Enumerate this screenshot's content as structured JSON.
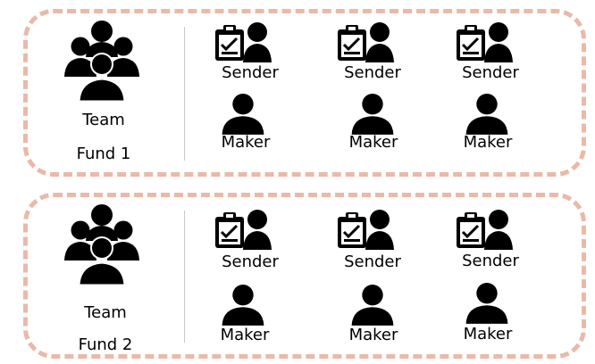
{
  "funds": [
    {
      "team_label": "Team",
      "fund_label": "Fund 1",
      "senders": [
        {
          "label": "Sender",
          "icon": "sender-clipboard-person-icon"
        },
        {
          "label": "Sender",
          "icon": "sender-clipboard-person-icon"
        },
        {
          "label": "Sender",
          "icon": "sender-clipboard-person-icon"
        }
      ],
      "makers": [
        {
          "label": "Maker",
          "icon": "person-icon"
        },
        {
          "label": "Maker",
          "icon": "person-icon"
        },
        {
          "label": "Maker",
          "icon": "person-icon"
        }
      ]
    },
    {
      "team_label": "Team",
      "fund_label": "Fund 2",
      "senders": [
        {
          "label": "Sender",
          "icon": "sender-clipboard-person-icon"
        },
        {
          "label": "Sender",
          "icon": "sender-clipboard-person-icon"
        },
        {
          "label": "Sender",
          "icon": "sender-clipboard-person-icon"
        }
      ],
      "makers": [
        {
          "label": "Maker",
          "icon": "person-icon"
        },
        {
          "label": "Maker",
          "icon": "person-icon"
        },
        {
          "label": "Maker",
          "icon": "person-icon"
        }
      ]
    }
  ],
  "colors": {
    "border": "#eab9a8",
    "icon": "#000000",
    "divider": "#c9c9c9"
  }
}
